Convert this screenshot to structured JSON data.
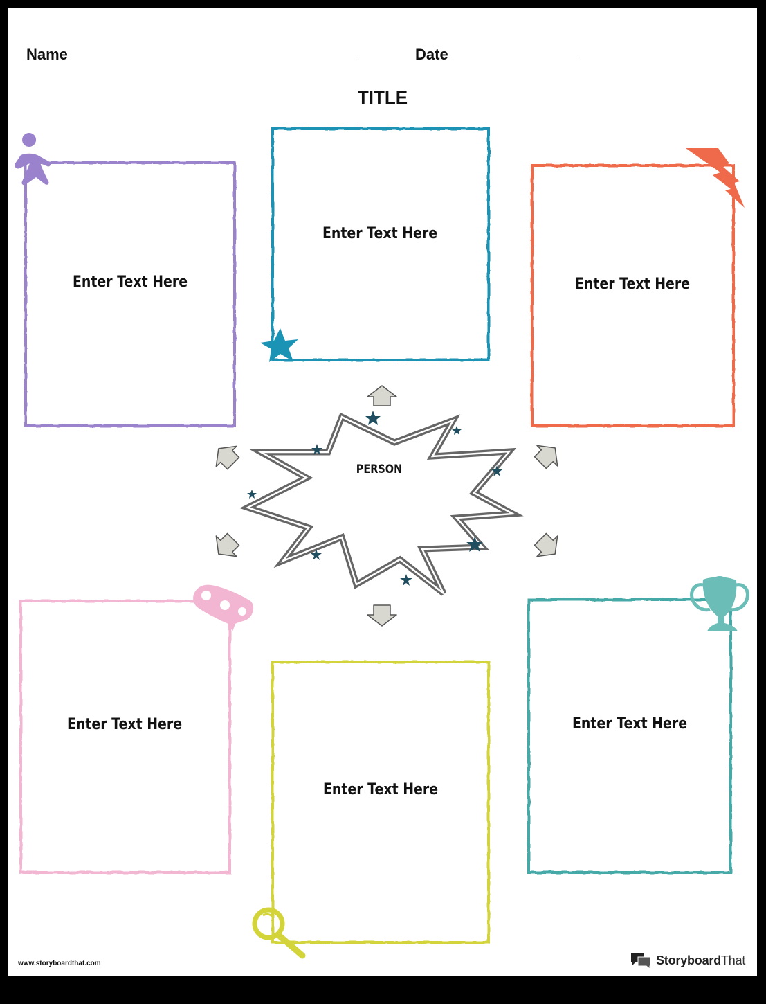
{
  "header": {
    "name_label": "Name",
    "date_label": "Date",
    "title": "TITLE"
  },
  "center": {
    "label": "PERSON"
  },
  "boxes": [
    {
      "id": "top-left",
      "text": "Enter Text Here",
      "color": "#9b82cc",
      "icon": "meeple-icon"
    },
    {
      "id": "top-center",
      "text": "Enter Text Here",
      "color": "#1b93b4",
      "icon": "star-icon"
    },
    {
      "id": "top-right",
      "text": "Enter Text Here",
      "color": "#ef6a4a",
      "icon": "lightning-icon"
    },
    {
      "id": "bottom-left",
      "text": "Enter Text Here",
      "color": "#f2b6d2",
      "icon": "key-tag-icon"
    },
    {
      "id": "bottom-center",
      "text": "Enter Text Here",
      "color": "#d3d43a",
      "icon": "magnifier-icon"
    },
    {
      "id": "bottom-right",
      "text": "Enter Text Here",
      "color": "#45a9a8",
      "icon": "trophy-icon"
    }
  ],
  "colors": {
    "arrow_fill": "#d9d8d0",
    "star_color": "#1e4e5f",
    "burst_outline": "#666666"
  },
  "footer": {
    "url": "www.storyboardthat.com",
    "brand_bold": "Storyboard",
    "brand_light": "That"
  }
}
